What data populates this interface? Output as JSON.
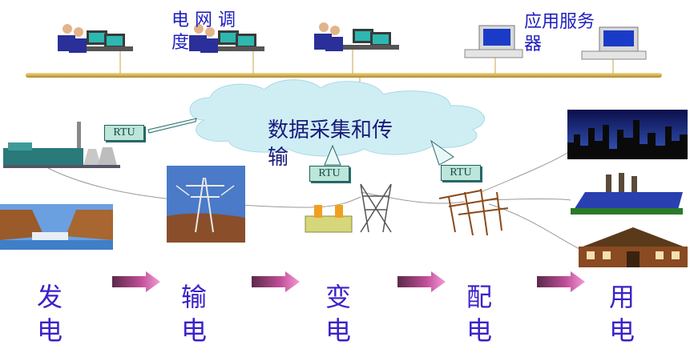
{
  "header": {
    "dispatch_label": [
      "电",
      "网",
      "调",
      "度"
    ],
    "server_label": [
      "应用服务",
      "器"
    ]
  },
  "cloud": {
    "label_line1": "数据采集和传",
    "label_line2": "输"
  },
  "rtu_labels": [
    "RTU",
    "RTU",
    "RTU"
  ],
  "stages": [
    {
      "top": "发",
      "bottom": "电"
    },
    {
      "top": "输",
      "bottom": "电"
    },
    {
      "top": "变",
      "bottom": "电"
    },
    {
      "top": "配",
      "bottom": "电"
    },
    {
      "top": "用",
      "bottom": "电"
    }
  ],
  "colors": {
    "bus": "#d2b04a",
    "cloud": "#cfeef4",
    "arrow": "#e06bb8",
    "stage_text": "#3a22c8",
    "header_text": "#1f1fbf"
  }
}
